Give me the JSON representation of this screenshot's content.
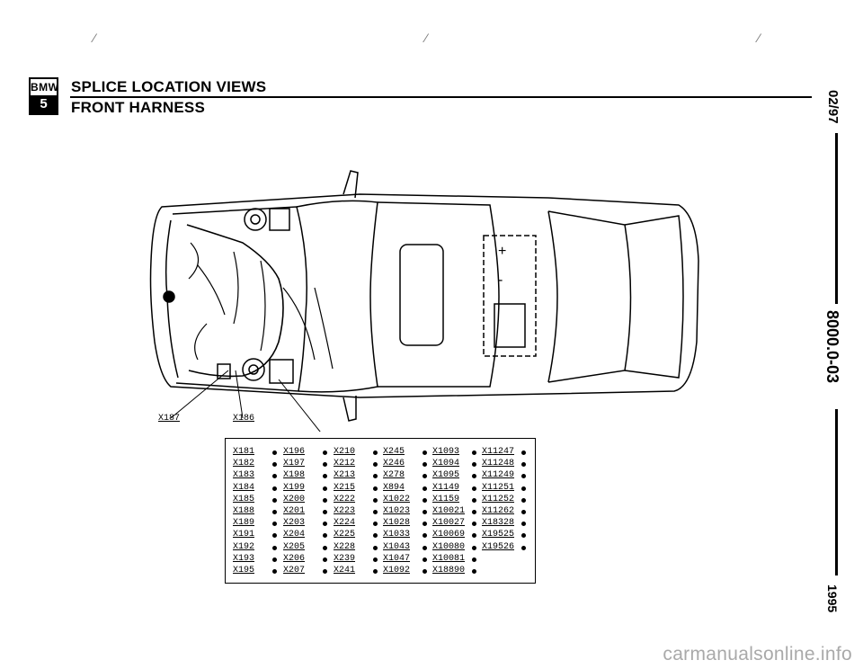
{
  "header": {
    "logo_top": "BMW",
    "logo_bottom": "5",
    "title": "SPLICE LOCATION VIEWS",
    "subtitle": "FRONT HARNESS"
  },
  "sidebar": {
    "date": "02/97",
    "code": "8000.0-03",
    "year": "1995"
  },
  "diagram": {
    "callouts": [
      "X187",
      "X186"
    ]
  },
  "splice_table": {
    "columns": [
      [
        "X181",
        "X182",
        "X183",
        "X184",
        "X185",
        "X188",
        "X189",
        "X191",
        "X192",
        "X193",
        "X195"
      ],
      [
        "X196",
        "X197",
        "X198",
        "X199",
        "X200",
        "X201",
        "X203",
        "X204",
        "X205",
        "X206",
        "X207"
      ],
      [
        "X210",
        "X212",
        "X213",
        "X215",
        "X222",
        "X223",
        "X224",
        "X225",
        "X228",
        "X239",
        "X241"
      ],
      [
        "X245",
        "X246",
        "X278",
        "X894",
        "X1022",
        "X1023",
        "X1028",
        "X1033",
        "X1043",
        "X1047",
        "X1092"
      ],
      [
        "X1093",
        "X1094",
        "X1095",
        "X1149",
        "X1159",
        "X10021",
        "X10027",
        "X10069",
        "X10080",
        "X10081",
        "X18890"
      ],
      [
        "X11247",
        "X11248",
        "X11249",
        "X11251",
        "X11252",
        "X11262",
        "X18328",
        "X19525",
        "X19526"
      ]
    ]
  },
  "watermark": "carmanualsonline.info"
}
